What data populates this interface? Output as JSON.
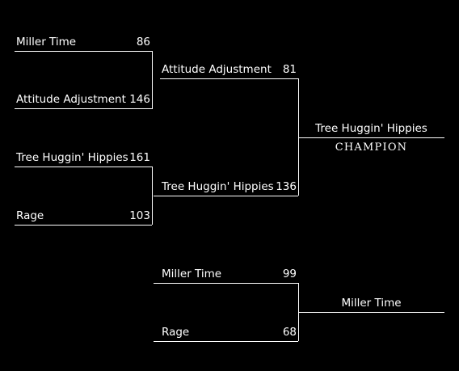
{
  "bracket": {
    "semifinal_1": {
      "team_a": {
        "name": "Miller Time",
        "score": "86"
      },
      "team_b": {
        "name": "Attitude Adjustment",
        "score": "146"
      }
    },
    "semifinal_2": {
      "team_a": {
        "name": "Tree Huggin' Hippies",
        "score": "161"
      },
      "team_b": {
        "name": "Rage",
        "score": "103"
      }
    },
    "final": {
      "team_a": {
        "name": "Attitude Adjustment",
        "score": "81"
      },
      "team_b": {
        "name": "Tree Huggin' Hippies",
        "score": "136"
      }
    },
    "champion": {
      "name": "Tree Huggin' Hippies",
      "label": "CHAMPION"
    },
    "third_place": {
      "team_a": {
        "name": "Miller Time",
        "score": "99"
      },
      "team_b": {
        "name": "Rage",
        "score": "68"
      },
      "winner": "Miller Time"
    }
  }
}
